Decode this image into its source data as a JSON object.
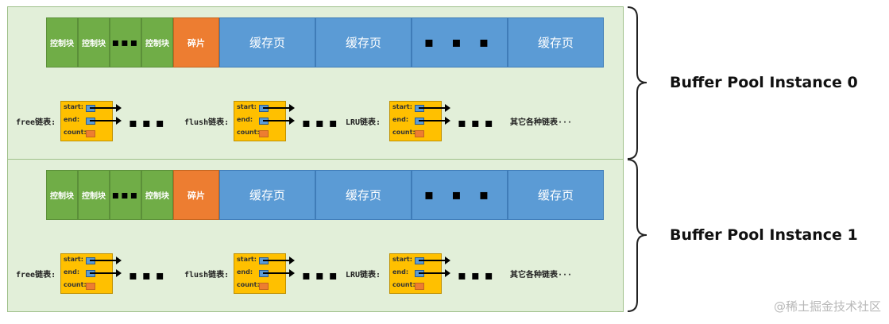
{
  "instances": [
    {
      "title": "Buffer Pool Instance 0",
      "blocks": [
        "控制块",
        "控制块",
        "▪▪▪",
        "控制块",
        "碎片",
        "缓存页",
        "缓存页",
        "▪ ▪ ▪",
        "缓存页"
      ],
      "lists": {
        "free": "free链表:",
        "flush": "flush链表:",
        "lru": "LRU链表:",
        "other": "其它各种链表···"
      },
      "node": {
        "start": "start:",
        "end": "end:",
        "count": "count:"
      },
      "ellipsis": "▪▪▪"
    },
    {
      "title": "Buffer Pool Instance 1",
      "blocks": [
        "控制块",
        "控制块",
        "▪▪▪",
        "控制块",
        "碎片",
        "缓存页",
        "缓存页",
        "▪ ▪ ▪",
        "缓存页"
      ],
      "lists": {
        "free": "free链表:",
        "flush": "flush链表:",
        "lru": "LRU链表:",
        "other": "其它各种链表···"
      },
      "node": {
        "start": "start:",
        "end": "end:",
        "count": "count:"
      },
      "ellipsis": "▪▪▪"
    }
  ],
  "watermark": "@稀土掘金技术社区",
  "colors": {
    "control": "#70ad47",
    "fragment": "#ed7d31",
    "cache": "#5b9bd5",
    "node": "#ffc000",
    "background": "#e2efd9"
  }
}
